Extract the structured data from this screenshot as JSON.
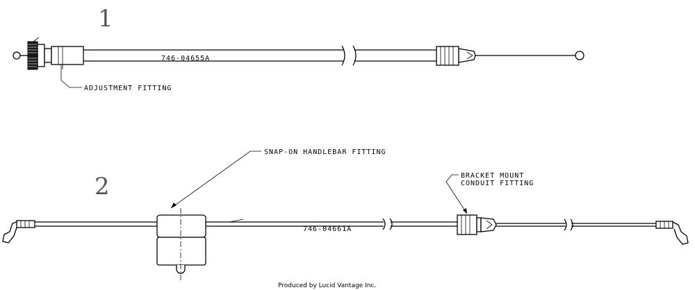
{
  "diagram": {
    "item1": {
      "number": "1",
      "part_number": "746-04655A",
      "callout": "ADJUSTMENT FITTING"
    },
    "item2": {
      "number": "2",
      "part_number": "746-04661A",
      "callout_snap": "SNAP-ON HANDLEBAR FITTING",
      "callout_bracket_line1": "BRACKET MOUNT",
      "callout_bracket_line2": "CONDUIT FITTING"
    },
    "footer": "Produced by Lucid Vantage Inc."
  },
  "colors": {
    "line": "#000000",
    "item_number": "#555555",
    "background": "#ffffff"
  }
}
